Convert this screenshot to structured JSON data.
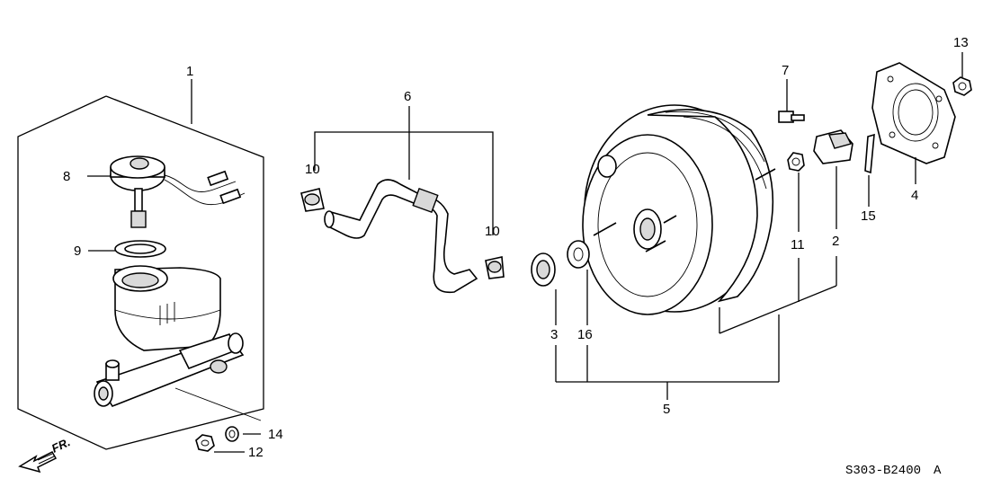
{
  "callouts": {
    "c1": "1",
    "c2": "2",
    "c3": "3",
    "c4": "4",
    "c5": "5",
    "c6": "6",
    "c7": "7",
    "c8": "8",
    "c9": "9",
    "c10a": "10",
    "c10b": "10",
    "c11": "11",
    "c12": "12",
    "c13": "13",
    "c14": "14",
    "c15": "15",
    "c16": "16"
  },
  "front_label": "FR.",
  "diagram_code": "S303-B2400",
  "diagram_rev": "A",
  "icons": {
    "front": "front-arrow-icon"
  }
}
